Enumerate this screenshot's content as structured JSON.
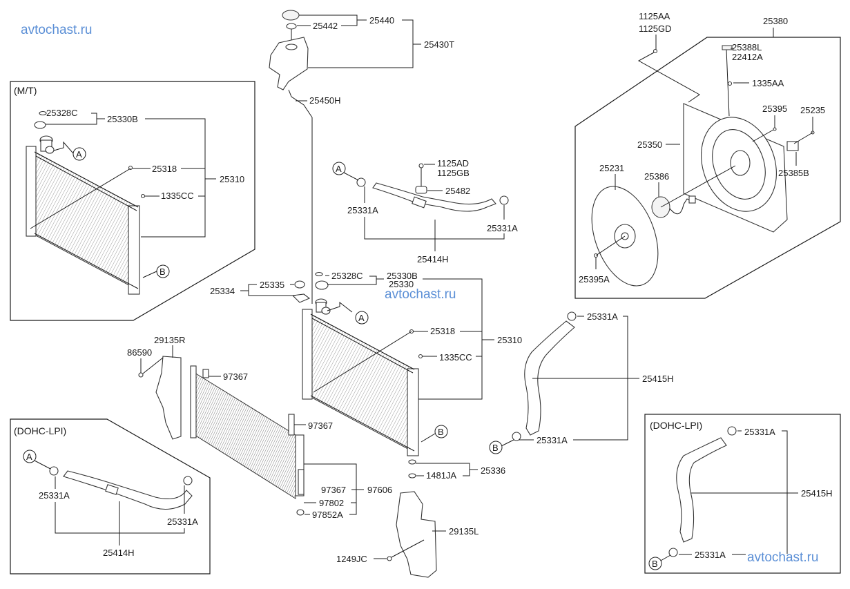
{
  "watermarks": [
    "avtochast.ru",
    "avtochast.ru",
    "avtochast.ru"
  ],
  "panels": {
    "mt": {
      "title": "(M/T)"
    },
    "dohc_left": {
      "title": "(DOHC-LPI)"
    },
    "dohc_right": {
      "title": "(DOHC-LPI)"
    },
    "fan": {
      "title": ""
    }
  },
  "reference_markers": {
    "a": "A",
    "b": "B"
  },
  "labels": {
    "reservoir": {
      "cap_assy": "25440",
      "cap_gasket": "25442",
      "reservoir_assy": "25430T",
      "overflow_hose": "25450H"
    },
    "mt_radiator": {
      "plug": "25328C",
      "cap": "25330B",
      "drain_plug": "25318",
      "bolt": "1335CC",
      "radiator_assy": "25310"
    },
    "main_radiator": {
      "bracket_assy": "25334",
      "insulator": "25335",
      "plug": "25328C",
      "cap": "25330B",
      "cap_alt": "25330",
      "drain_plug": "25318",
      "bolt": "1335CC",
      "radiator_assy": "25310",
      "lower_insulator_assy": "25336",
      "lower_nut": "1481JA"
    },
    "upper_hose": {
      "bolt_1": "1125AD",
      "bolt_2": "1125GB",
      "bracket": "25482",
      "clamp_left": "25331A",
      "clamp_right": "25331A",
      "hose": "25414H"
    },
    "fan_shroud": {
      "bolt_1": "1125AA",
      "bolt_2": "1125GD",
      "shroud_assy": "25380",
      "label_1": "25388L",
      "label_2": "22412A",
      "screw": "1335AA",
      "nut_a": "25395",
      "resistor_screw": "25235",
      "shroud": "25350",
      "fan": "25231",
      "motor": "25386",
      "resistor": "25385B",
      "fan_nut": "25395A"
    },
    "lower_hose": {
      "clamp_top": "25331A",
      "hose": "25415H",
      "clamp_bottom": "25331A"
    },
    "condenser": {
      "seal_r": "29135R",
      "bolt": "86590",
      "bracket_top": "97367",
      "bracket_side": "97367",
      "bracket_low": "97367",
      "condenser_assy": "97606",
      "receiver_drier": "97802",
      "cap": "97852A"
    },
    "seal_l": {
      "seal": "29135L",
      "bolt": "1249JC"
    },
    "dohc_left": {
      "clamp_left": "25331A",
      "clamp_right": "25331A",
      "hose": "25414H"
    },
    "dohc_right": {
      "clamp_top": "25331A",
      "hose": "25415H",
      "clamp_bottom": "25331A"
    }
  },
  "colors": {
    "watermark": "#5b8fd6",
    "line": "#1a1a1a"
  }
}
